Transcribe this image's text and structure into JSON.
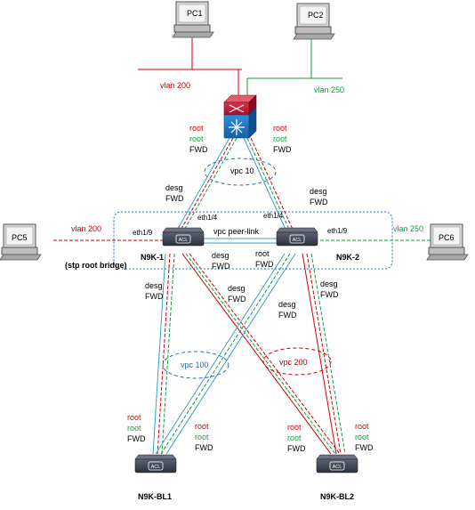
{
  "colors": {
    "red": "#d40000",
    "green": "#139b3a",
    "blue": "#3aa0c8",
    "vpc_blue": "#2b6bb5",
    "vpc_red": "#c00000",
    "device": "#3b4352"
  },
  "pcs": {
    "pc1": "PC1",
    "pc2": "PC2",
    "pc5": "PC5",
    "pc6": "PC6"
  },
  "vlans": {
    "top_200": "vlan 200",
    "top_250": "vlan 250",
    "left_200": "vlan 200",
    "right_250": "vlan 250"
  },
  "core_switch": {
    "left_states": {
      "root_red": "root",
      "root_green": "root",
      "fwd": "FWD"
    },
    "right_states": {
      "root_red": "root",
      "root_green": "root",
      "fwd": "FWD"
    },
    "vpc_label": "vpc 10"
  },
  "n9k1": {
    "name": "N9K-1",
    "badge": "ACL",
    "role_note": "(stp root bridge)",
    "up_states": {
      "desg": "desg",
      "fwd": "FWD"
    },
    "eth_up": "eth1/4",
    "eth_side": "eth1/9",
    "down_states": {
      "desg": "desg",
      "fwd": "FWD"
    },
    "cross_states": {
      "desg": "desg",
      "fwd": "FWD"
    },
    "peer_states": {
      "desg": "desg",
      "fwd": "FWD"
    }
  },
  "n9k2": {
    "name": "N9K-2",
    "badge": "ACL",
    "up_states": {
      "desg": "desg",
      "fwd": "FWD"
    },
    "eth_up": "eth1/4",
    "eth_side": "eth1/9",
    "down_states": {
      "desg": "desg",
      "fwd": "FWD"
    },
    "cross_states": {
      "desg": "desg",
      "fwd": "FWD"
    },
    "peer_states": {
      "root": "root",
      "fwd": "FWD"
    }
  },
  "peer_link": "vpc peer-link",
  "vpc_100": "vpc 100",
  "vpc_200": "vpc 200",
  "bl1": {
    "name": "N9K-BL1",
    "badge": "ACL",
    "left_states": {
      "root_red": "root",
      "root_green": "root",
      "fwd": "FWD"
    },
    "right_states": {
      "root_red": "root",
      "root_green": "root",
      "fwd": "FWD"
    }
  },
  "bl2": {
    "name": "N9K-BL2",
    "badge": "ACL",
    "left_states": {
      "root_red": "root",
      "root_green": "root",
      "fwd": "FWD"
    },
    "right_states": {
      "root_red": "root",
      "root_green": "root",
      "fwd": "FWD"
    }
  }
}
